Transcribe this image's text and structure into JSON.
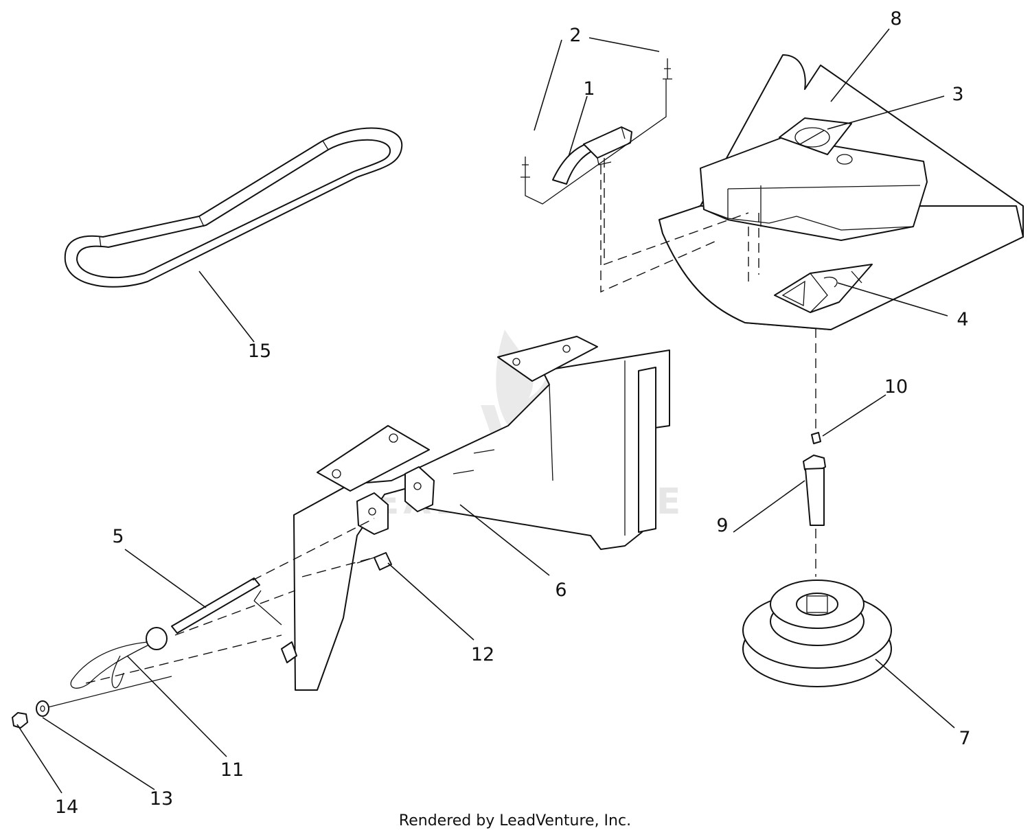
{
  "callouts": [
    {
      "id": "1",
      "text": "1"
    },
    {
      "id": "2",
      "text": "2"
    },
    {
      "id": "3",
      "text": "3"
    },
    {
      "id": "4",
      "text": "4"
    },
    {
      "id": "5",
      "text": "5"
    },
    {
      "id": "6",
      "text": "6"
    },
    {
      "id": "7",
      "text": "7"
    },
    {
      "id": "8",
      "text": "8"
    },
    {
      "id": "9",
      "text": "9"
    },
    {
      "id": "10",
      "text": "10"
    },
    {
      "id": "11",
      "text": "11"
    },
    {
      "id": "12",
      "text": "12"
    },
    {
      "id": "13",
      "text": "13"
    },
    {
      "id": "14",
      "text": "14"
    },
    {
      "id": "15",
      "text": "15"
    }
  ],
  "watermark": "LEADVENTURE",
  "footer": "Rendered by LeadVenture, Inc."
}
